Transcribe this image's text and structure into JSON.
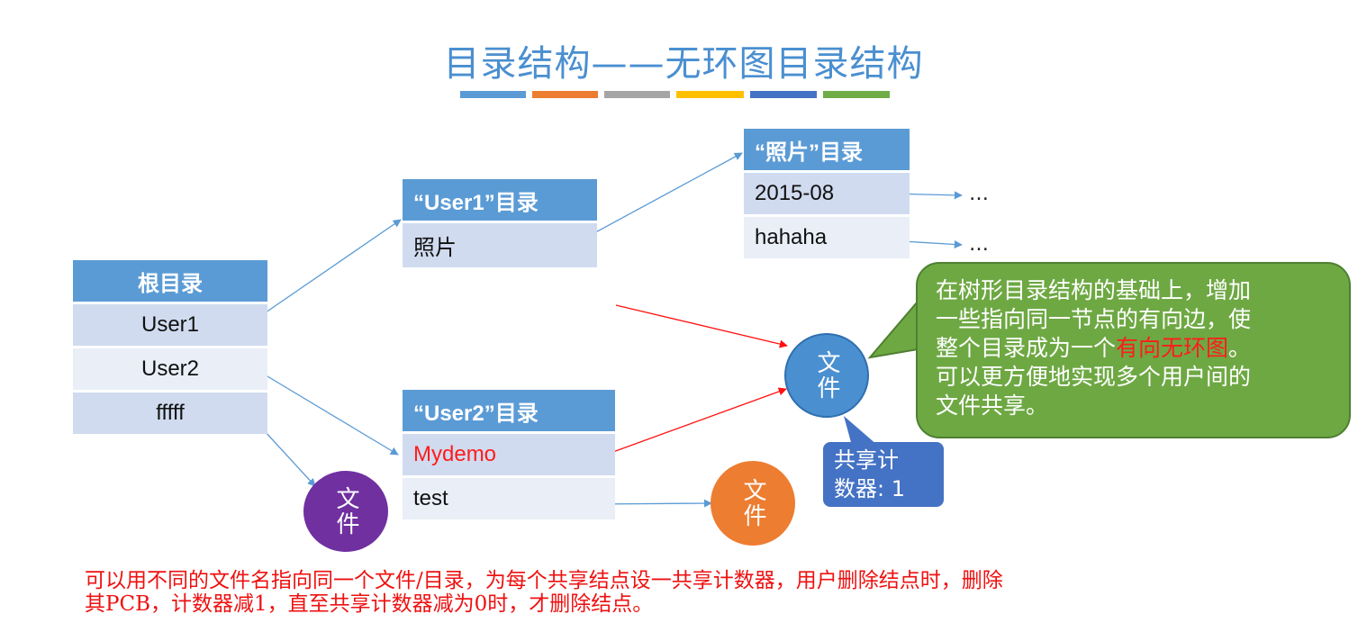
{
  "title": "目录结构——无环图目录结构",
  "colors": [
    "#5b9bd5",
    "#ed7d31",
    "#a5a5a5",
    "#ffc000",
    "#4472c4",
    "#70ad47"
  ],
  "root": {
    "header": "根目录",
    "rows": [
      "User1",
      "User2",
      "fffff"
    ]
  },
  "user1": {
    "header": "“User1”目录",
    "rows": [
      "照片"
    ]
  },
  "photo": {
    "header": "“照片”目录",
    "rows": [
      "2015-08",
      "hahaha"
    ]
  },
  "user2": {
    "header": "“User2”目录",
    "rows": [
      "Mydemo",
      "test"
    ]
  },
  "ellipsis": "…",
  "file_label": "文件",
  "note": {
    "line1": "在树形目录结构的基础上，增加",
    "line2": "一些指向同一节点的有向边，使",
    "line3_pre": "整个目录成为一个",
    "line3_red": "有向无环图",
    "line3_post": "。",
    "line4": "可以更方便地实现多个用户间的",
    "line5": "文件共享。"
  },
  "share_counter": {
    "line1": "共享计",
    "line2": "数器: 1"
  },
  "bottom_text": {
    "line1": "可以用不同的文件名指向同一个文件/目录，为每个共享结点设一共享计数器，用户删除结点时，删除",
    "line2": "其PCB，计数器减1，直至共享计数器减为0时，才删除结点。"
  }
}
